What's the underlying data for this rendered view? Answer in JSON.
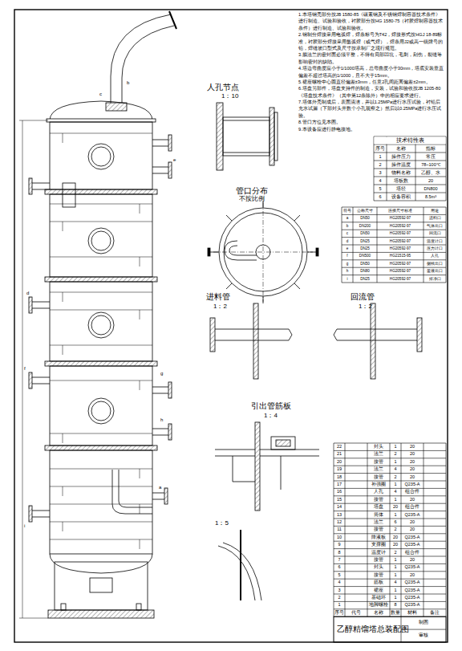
{
  "diagram": {
    "title": "乙醇精馏塔总装配图",
    "labels": [
      "1.本塔钢壳部分按JB 1580-85《碳素钢及不锈钢焊制容器技术条件》进行制造、试验和验收，衬胶部分按HG 1580-75（衬胶焊制容器技术条件）进行制造、试验和验收。",
      "2.钢制分焊接采用电弧焊，焊条标号为T42，焊接形式按HGJ 18-89标准，衬胶部分焊接采用氩弧焊（或气焊），焊条用J2或高一级牌号的铅，焊缝坡口型式及尺寸按承制厂之现行规范。",
      "3.腊法兰的密封面必须平整，不得有局部凹坑，毛刺，刮伤，裂缝等影响密封的缺陷。",
      "4.塔边弯曲度应小于1/1000塔高，总弯曲度小于30mm，塔底安装垂直偏差不超过塔高的1/1000，且不大于15mm。",
      "5.裙座螺栓中心圆直径偏差±3mm，任意2孔间距离偏差±2mm。",
      "6.塔盘另部件，塔盘支持件的制造，安装，试验和验收按JB 1205-80《塔盘技术条件》（其中第12条除外）中的相应要求进行。",
      "7.塔体外壳制成后，表面清洁，并以1.25MPa进行水压试验，衬铅后充水试漏（下部封头开数个小孔观察之）然后以0.25MPa进行水压试验。",
      "8.管口方位见本图。",
      "9.本设备应进行静电接地。",
      "人孔节点",
      "1：10",
      "管口分布",
      "不按比例",
      "进料管",
      "1：2",
      "回流管",
      "1：2",
      "引出管筋板",
      "1：4",
      "1：5",
      "a",
      "b",
      "c",
      "d",
      "e",
      "f",
      "g",
      "h",
      "i",
      "技术特性表",
      "序号",
      "名称",
      "指标",
      "1",
      "操作压力",
      "常压",
      "2",
      "操作温度",
      "78~100℃",
      "3",
      "物料名称",
      "乙醇、水",
      "4",
      "塔板数",
      "20",
      "5",
      "塔径",
      "DN800",
      "6",
      "设备容积",
      "8.5m³",
      "符号",
      "公称尺寸",
      "连接尺寸标准",
      "用途",
      "a",
      "DN50",
      "HG20592-97",
      "进料口",
      "b",
      "DN200",
      "HG20592-97",
      "气体出口",
      "c",
      "DN50",
      "HG20592-97",
      "回流口",
      "d",
      "DN25",
      "HG20592-97",
      "温度计口",
      "e",
      "DN25",
      "HG20592-97",
      "压力计口",
      "f",
      "DN500",
      "HG21515-95",
      "人孔",
      "g",
      "DN50",
      "HG20592-97",
      "侧线出口",
      "h",
      "DN80",
      "HG20592-97",
      "釜液出口",
      "i",
      "DN25",
      "HG20592-97",
      "排净口",
      "序号",
      "代号",
      "名称",
      "数量",
      "材料",
      "备注",
      "22",
      "封头",
      "1",
      "20",
      "21",
      "法兰",
      "2",
      "20",
      "20",
      "接管",
      "1",
      "20",
      "19",
      "法兰",
      "4",
      "20",
      "18",
      "接管",
      "2",
      "20",
      "17",
      "补强圈",
      "1",
      "Q235-A",
      "16",
      "人孔",
      "4",
      "组合件",
      "15",
      "接管",
      "1",
      "20",
      "14",
      "塔盘",
      "20",
      "组合件",
      "13",
      "筒体",
      "1",
      "Q235-A",
      "12",
      "法兰",
      "6",
      "20",
      "11",
      "接管",
      "2",
      "20",
      "10",
      "降液板",
      "20",
      "Q235-A",
      "9",
      "支撑圈",
      "20",
      "Q235-A",
      "8",
      "温度计",
      "2",
      "组合件",
      "7",
      "接管",
      "1",
      "20",
      "6",
      "封头",
      "1",
      "Q235-A",
      "5",
      "接管",
      "1",
      "20",
      "4",
      "筋板",
      "4",
      "Q235-A",
      "3",
      "裙座",
      "1",
      "Q235-A",
      "2",
      "基础环",
      "1",
      "Q235-A",
      "1",
      "地脚螺栓",
      "8",
      "Q235-A",
      "制图",
      "审核"
    ]
  }
}
